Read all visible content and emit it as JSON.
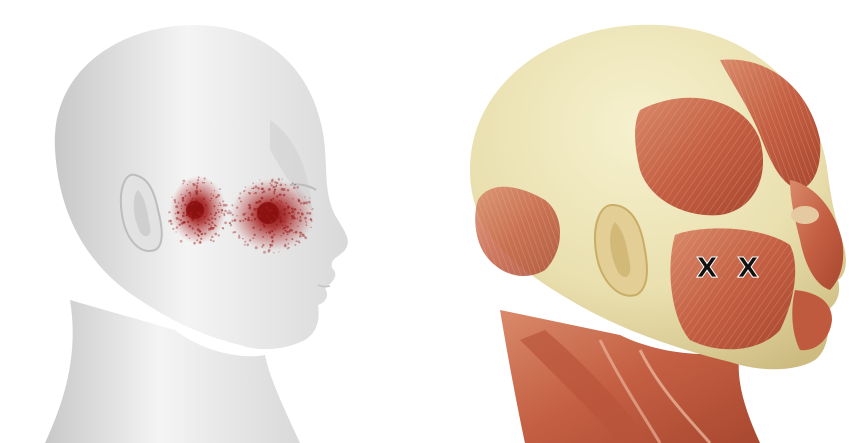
{
  "panels": [
    {
      "id": "pain-referral-map",
      "pain_color": "#9b1b1b"
    },
    {
      "id": "muscle-anatomy",
      "trigger_points": [
        {
          "label": "X"
        },
        {
          "label": "X"
        }
      ]
    }
  ],
  "colors": {
    "skin": "#e6e6e6",
    "muscle": "#c9694e",
    "bone": "#efe7bf",
    "pain": "#9b1b1b"
  }
}
